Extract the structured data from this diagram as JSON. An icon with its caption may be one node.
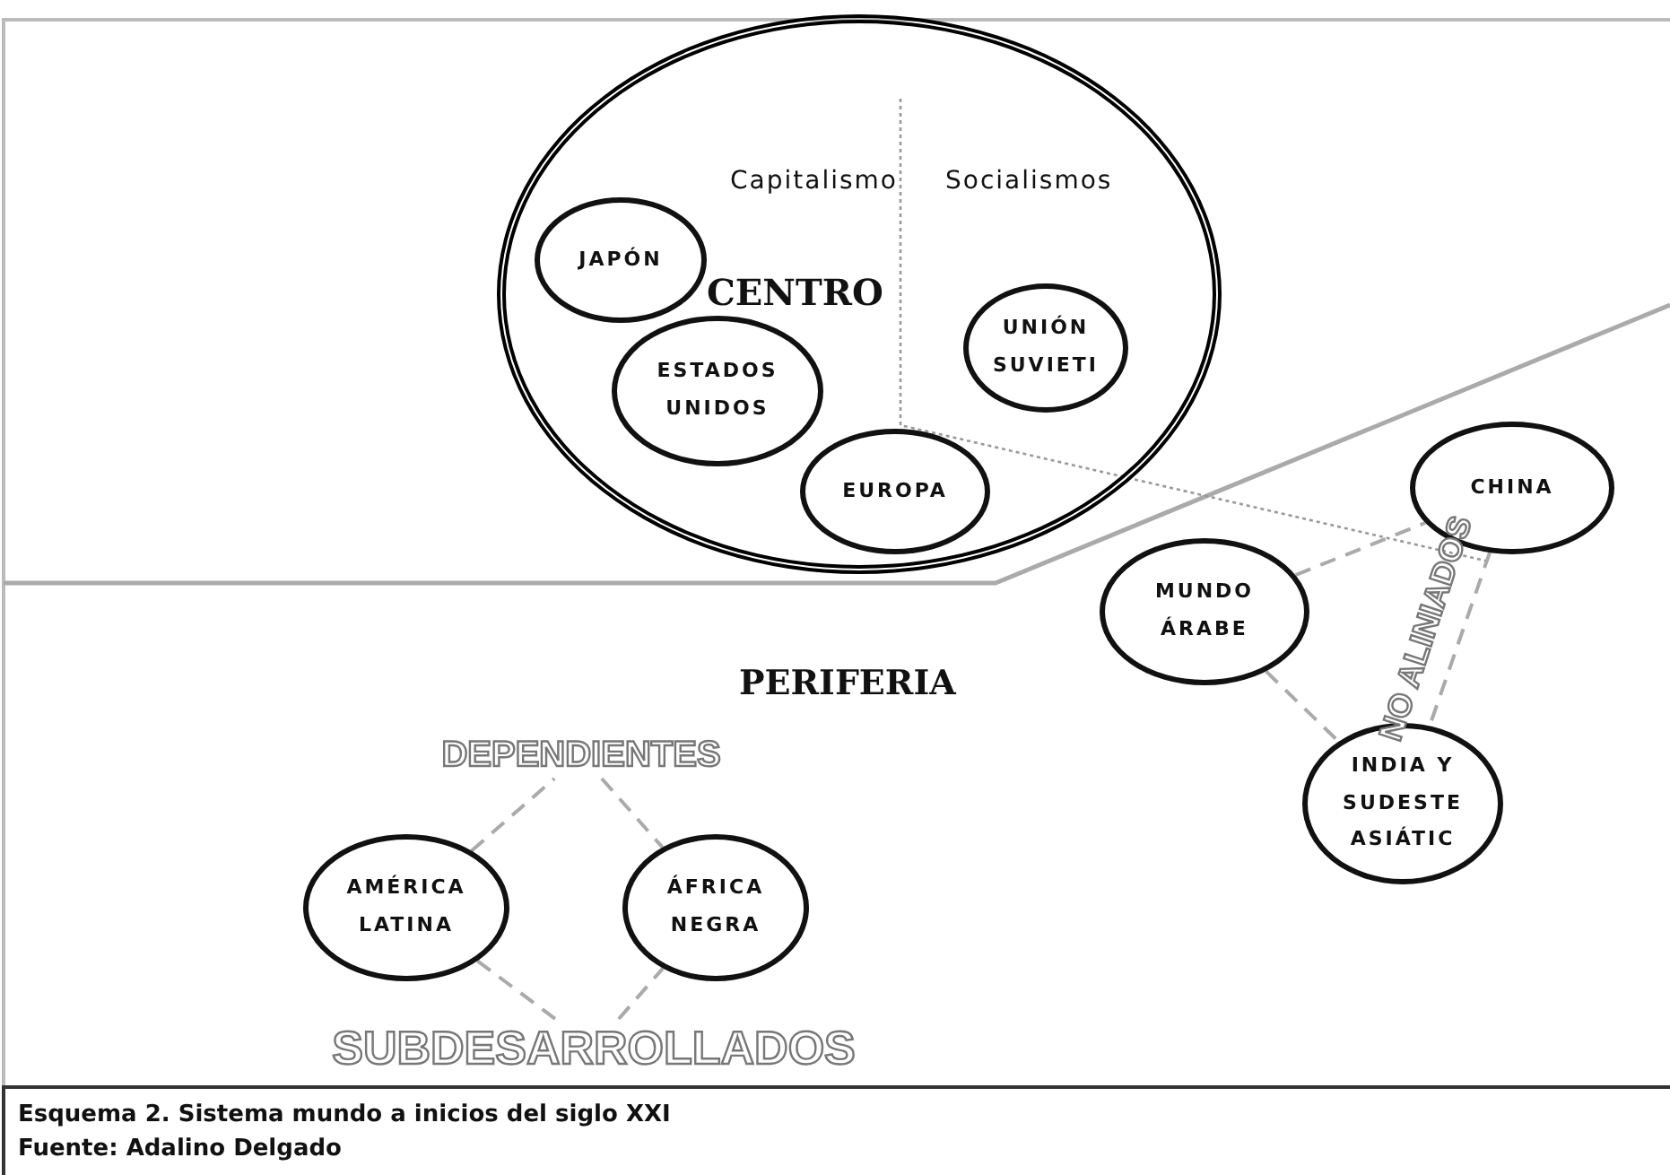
{
  "diagram": {
    "caption": "Esquema 2. Sistema mundo a inicios del siglo XXI",
    "nodes": [
      {
        "text": [
          "Capitalismo",
          "Socialismos",
          "CENTRO"
        ]
      },
      {
        "text": [
          "JAPÓN"
        ],
        "in": 0
      },
      {
        "text": [
          "ESTADOS UNIDOS"
        ],
        "in": 0
      },
      {
        "text": [
          "UNIÓN SUVIETI"
        ],
        "in": 0
      },
      {
        "text": [
          "EUROPA"
        ],
        "in": 0
      },
      {
        "text": [
          "CHINA"
        ]
      },
      {
        "text": [
          "MUNDO ÁRABE"
        ]
      },
      {
        "text": [
          "INDIA Y SUDESTE ASIÁTIC"
        ]
      },
      {
        "text": [
          "AMÉRICA LATINA"
        ]
      },
      {
        "text": [
          "ÁFRICA NEGRA"
        ]
      },
      {
        "text": [
          "DEPENDIENTES"
        ]
      },
      {
        "text": [
          "SUBDESARROLLADOS"
        ]
      }
    ],
    "edges": [
      {
        "from": 6,
        "to": 5,
        "arrow": "none",
        "style": "dashed"
      },
      {
        "from": 6,
        "to": 7,
        "arrow": "none",
        "style": "dashed"
      },
      {
        "from": 5,
        "to": 7,
        "arrow": "none",
        "style": "dashed"
      },
      {
        "from": 8,
        "to": 10,
        "arrow": "none",
        "style": "dashed"
      },
      {
        "from": 10,
        "to": 9,
        "arrow": "none",
        "style": "dashed"
      },
      {
        "from": 8,
        "to": 11,
        "arrow": "none",
        "style": "dashed"
      },
      {
        "from": 11,
        "to": 9,
        "arrow": "none",
        "style": "dashed"
      }
    ],
    "labels": [
      "NO ALINIADOS",
      "PERIFERIA",
      "Fuente: Adalino Delgado"
    ]
  }
}
